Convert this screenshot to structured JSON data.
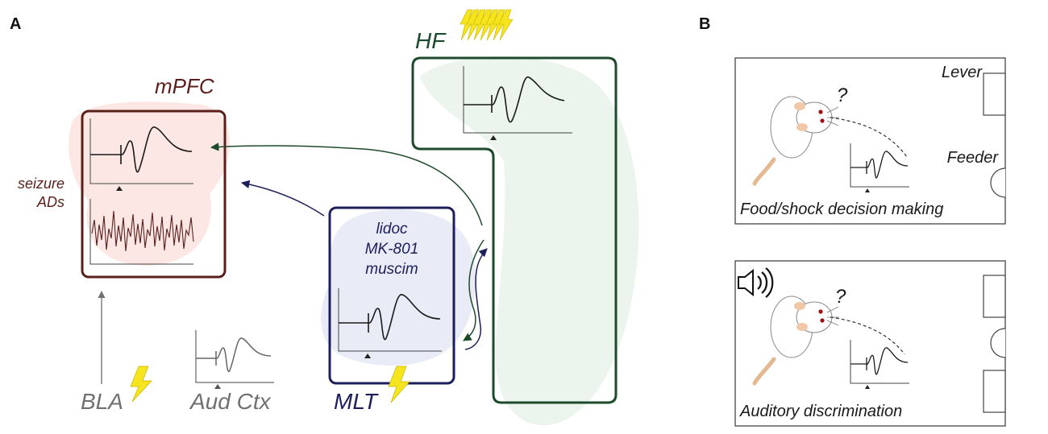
{
  "panels": {
    "a": "A",
    "b": "B"
  },
  "regions": {
    "hf": "HF",
    "mpfc": "mPFC",
    "mlt": "MLT",
    "bla": "BLA",
    "aud_ctx": "Aud Ctx"
  },
  "seizure": {
    "line1": "seizure",
    "line2": "ADs"
  },
  "drugs": [
    "lidoc",
    "MK-801",
    "muscim"
  ],
  "task1": {
    "lever": "Lever",
    "feeder": "Feeder",
    "question": "?",
    "caption": "Food/shock decision making"
  },
  "task2": {
    "question": "?",
    "caption": "Auditory discrimination"
  },
  "colors": {
    "hf": "#1d4a2a",
    "mpfc": "#5a1f1a",
    "mlt": "#1c1f5a",
    "gray": "#707070",
    "bolt": "#f6e51e",
    "hf_fill": "#e6f3ea",
    "mpfc_fill": "#fbe3e1",
    "mlt_fill": "#e5e8f4"
  },
  "icons": [
    "lightning-bolt-icon",
    "speaker-icon",
    "rat-icon",
    "stimulus-triangle-icon"
  ]
}
